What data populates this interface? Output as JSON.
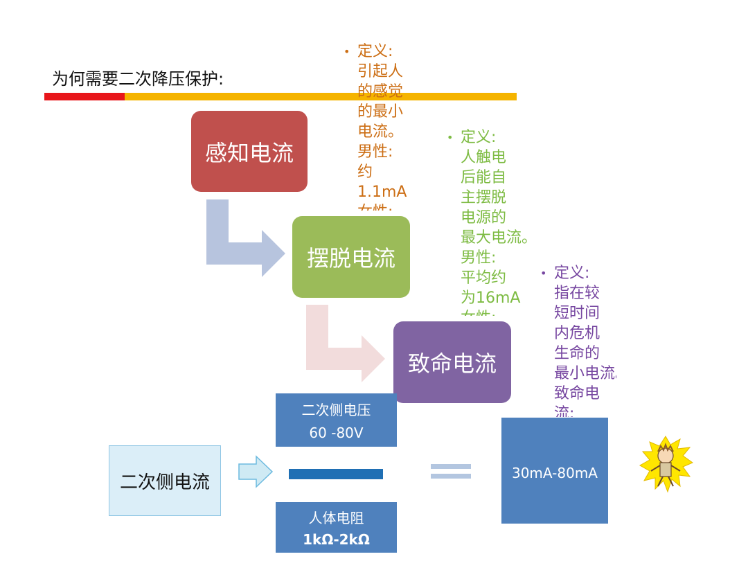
{
  "title": "为何需要二次降压保护:",
  "colors": {
    "red": "#e8161b",
    "yellow": "#f5b400",
    "perception": "#c0504d",
    "letgo": "#9bbb59",
    "lethal": "#8064a2",
    "blue": "#4f81bd"
  },
  "steps": [
    {
      "label": "感知电流"
    },
    {
      "label": "摆脱电流"
    },
    {
      "label": "致命电流"
    }
  ],
  "notes": [
    {
      "lines": [
        "定义:",
        "引起人",
        "的感觉",
        "的最小",
        "电流。",
        "男性:",
        "约",
        "1.1mA",
        "女性:"
      ]
    },
    {
      "lines": [
        "定义:",
        "人触电",
        "后能自",
        "主摆脱",
        "电源的",
        "最大电流。",
        "男性:",
        "平均约",
        "为16mA",
        "女性:"
      ]
    },
    {
      "lines": [
        "定义:",
        "指在较",
        "短时间",
        "内危机",
        "生命的",
        "最小电流。",
        "致命电",
        "流:"
      ]
    }
  ],
  "calc": {
    "left_label": "二次侧电流",
    "voltage_label": "二次侧电压",
    "voltage_value": "60 -80V",
    "resistance_label": "人体电阻",
    "resistance_value": "1kΩ-2kΩ",
    "result": "30mA-80mA"
  },
  "icons": {
    "bullet": "bullet-icon",
    "shock": "electric-shock-person-icon"
  }
}
